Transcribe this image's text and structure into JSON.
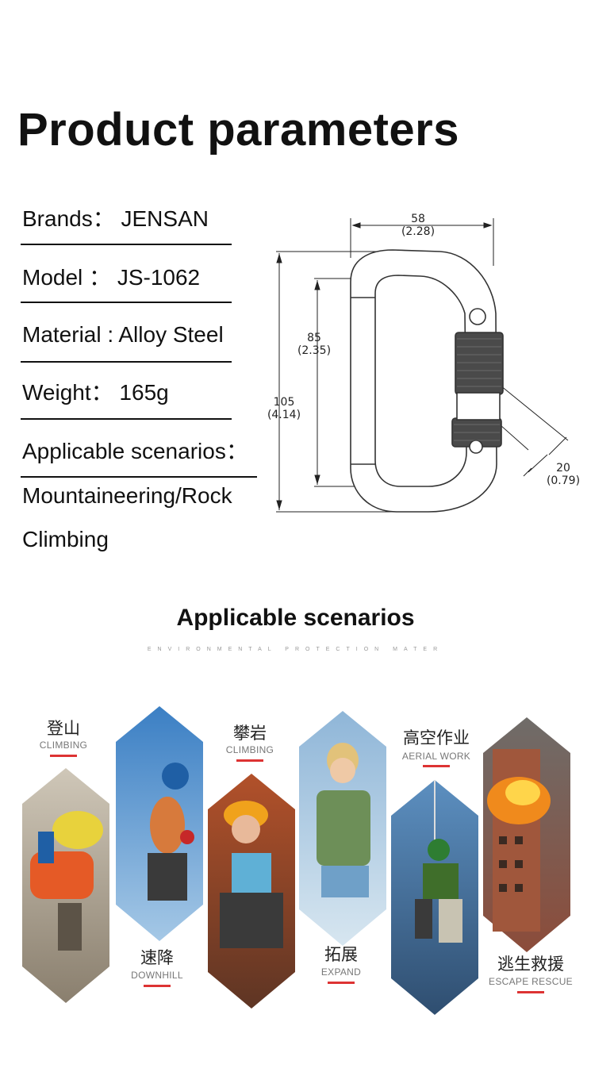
{
  "header": {
    "title": "Product parameters"
  },
  "specs": [
    {
      "text": "Brands： JENSAN"
    },
    {
      "text": "Model ： JS-1062"
    },
    {
      "text": "Material : Alloy Steel"
    },
    {
      "text": "Weight： 165g"
    },
    {
      "text": "Applicable scenarios："
    },
    {
      "text": "Mountaineering/Rock"
    },
    {
      "text": "Climbing"
    }
  ],
  "diagram": {
    "width_mm": "58",
    "width_in": "(2.28)",
    "inner_height_mm": "85",
    "inner_height_in": "(2.35)",
    "height_mm": "105",
    "height_in": "(4.14)",
    "gate_mm": "20",
    "gate_in": "(0.79)"
  },
  "scenarios_section": {
    "title": "Applicable scenarios",
    "subtitle": "ENVIRONMENTAL PROTECTION MATER",
    "items": [
      {
        "cn": "登山",
        "en": "CLIMBING"
      },
      {
        "cn": "速降",
        "en": "DOWNHILL"
      },
      {
        "cn": "攀岩",
        "en": "CLIMBING"
      },
      {
        "cn": "拓展",
        "en": "EXPAND"
      },
      {
        "cn": "高空作业",
        "en": "AERIAL WORK"
      },
      {
        "cn": "逃生救援",
        "en": "ESCAPE RESCUE"
      }
    ]
  },
  "colors": {
    "accent": "#d33333",
    "text": "#111111",
    "muted": "#777777"
  }
}
